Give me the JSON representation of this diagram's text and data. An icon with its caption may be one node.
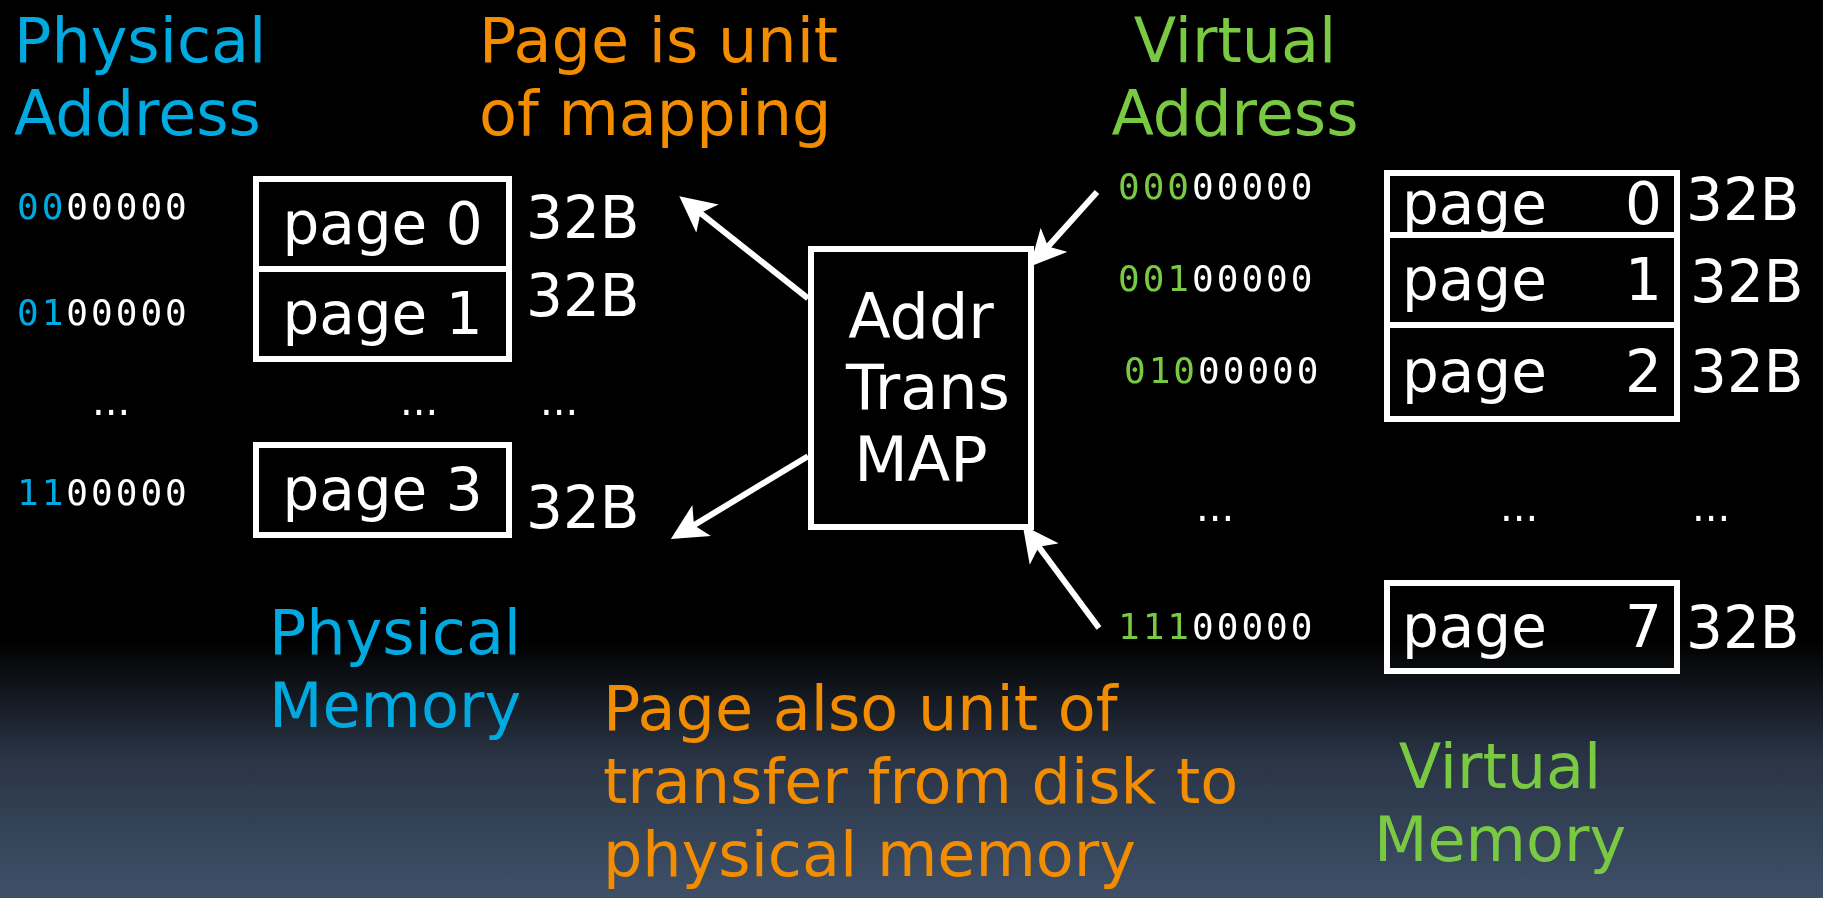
{
  "diagram": {
    "nodes": [
      {
        "text": [
          "page 0"
        ]
      },
      {
        "text": [
          "page 1"
        ]
      },
      {
        "text": [
          "page 3"
        ]
      },
      {
        "text": [
          "Addr Trans MAP"
        ]
      },
      {
        "text": [
          "page 0"
        ]
      },
      {
        "text": [
          "page 1"
        ]
      },
      {
        "text": [
          "page 2"
        ]
      },
      {
        "text": [
          "page 7"
        ]
      }
    ],
    "edges": [
      {
        "from": 3,
        "to": null,
        "arrow": "to"
      },
      {
        "from": 3,
        "to": null,
        "arrow": "to"
      },
      {
        "from": null,
        "to": 3,
        "arrow": "to"
      },
      {
        "from": null,
        "to": 3,
        "arrow": "to"
      }
    ],
    "labels": [
      "Physical Address",
      "Page is unit of mapping",
      "Virtual Address",
      "0000000",
      "32B",
      "00000000",
      "32B",
      "0100000",
      "32B",
      "00100000",
      "32B",
      "01000000",
      "32B",
      "...",
      "...",
      "...",
      "1100000",
      "32B",
      "...",
      "...",
      "...",
      "11100000",
      "32B",
      "Physical Memory",
      "Page also unit of transfer from disk to physical memory",
      "Virtual Memory"
    ]
  }
}
